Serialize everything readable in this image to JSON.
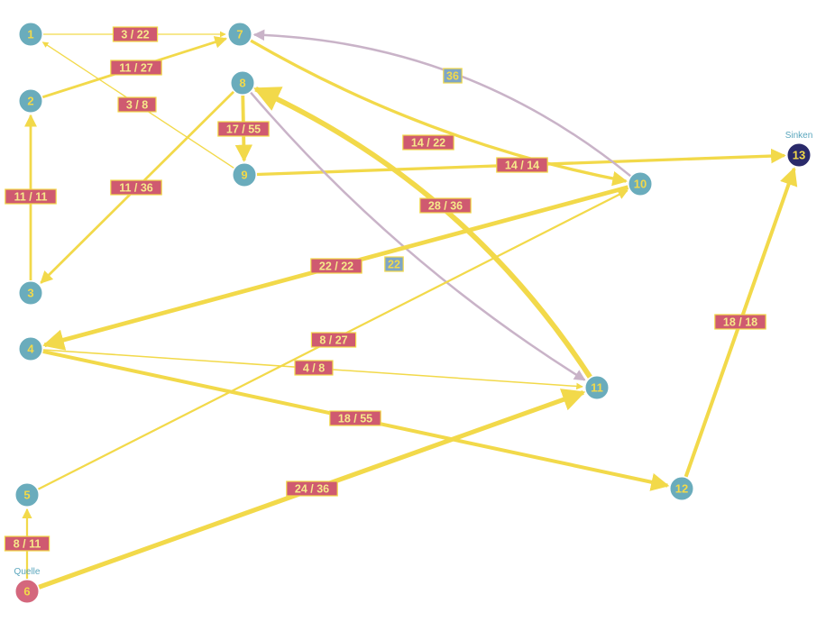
{
  "colors": {
    "node_fill": "#6aacbc",
    "node_text": "#f2d94a",
    "source_fill": "#d4677d",
    "sink_fill": "#2a2a6a",
    "flow_edge": "#f2d94a",
    "residual_edge": "#c9b3c8",
    "flow_label_bg": "#cf5a70",
    "flow_label_text": "#f6e88a",
    "residual_label_bg": "#7ea5c6",
    "residual_label_text": "#f2d94a",
    "label_border": "#f2d94a",
    "role_text": "#5aa6bd"
  },
  "roles": {
    "source": "Quelle",
    "sink": "Sinken"
  },
  "nodes": [
    {
      "id": "1",
      "label": "1"
    },
    {
      "id": "2",
      "label": "2"
    },
    {
      "id": "3",
      "label": "3"
    },
    {
      "id": "4",
      "label": "4"
    },
    {
      "id": "5",
      "label": "5"
    },
    {
      "id": "6",
      "label": "6",
      "role": "source"
    },
    {
      "id": "7",
      "label": "7"
    },
    {
      "id": "8",
      "label": "8"
    },
    {
      "id": "9",
      "label": "9"
    },
    {
      "id": "10",
      "label": "10"
    },
    {
      "id": "11",
      "label": "11"
    },
    {
      "id": "12",
      "label": "12"
    },
    {
      "id": "13",
      "label": "13",
      "role": "sink"
    }
  ],
  "edges": [
    {
      "from": "1",
      "to": "7",
      "label": "3 / 22",
      "kind": "flow",
      "flow": 3
    },
    {
      "from": "2",
      "to": "7",
      "label": "11 / 27",
      "kind": "flow",
      "flow": 11
    },
    {
      "from": "9",
      "to": "1",
      "label": "3 / 8",
      "kind": "flow",
      "flow": 3
    },
    {
      "from": "3",
      "to": "2",
      "label": "11 / 11",
      "kind": "flow",
      "flow": 11
    },
    {
      "from": "8",
      "to": "3",
      "label": "11 / 36",
      "kind": "flow",
      "flow": 11
    },
    {
      "from": "8",
      "to": "9",
      "label": "17 / 55",
      "kind": "flow",
      "flow": 17
    },
    {
      "from": "7",
      "to": "10",
      "label": "14 / 22",
      "kind": "flow",
      "flow": 14
    },
    {
      "from": "9",
      "to": "13",
      "label": "14 / 14",
      "kind": "flow",
      "flow": 14
    },
    {
      "from": "10",
      "to": "7",
      "label": "36",
      "kind": "residual"
    },
    {
      "from": "11",
      "to": "8",
      "label": "28 / 36",
      "kind": "flow",
      "flow": 28
    },
    {
      "from": "8",
      "to": "11",
      "label": "22",
      "kind": "residual"
    },
    {
      "from": "10",
      "to": "4",
      "label": "22 / 22",
      "kind": "flow",
      "flow": 22
    },
    {
      "from": "5",
      "to": "10",
      "label": "8 / 27",
      "kind": "flow",
      "flow": 8
    },
    {
      "from": "4",
      "to": "11",
      "label": "4 / 8",
      "kind": "flow",
      "flow": 4
    },
    {
      "from": "4",
      "to": "12",
      "label": "18 / 55",
      "kind": "flow",
      "flow": 18
    },
    {
      "from": "6",
      "to": "11",
      "label": "24 / 36",
      "kind": "flow",
      "flow": 24
    },
    {
      "from": "6",
      "to": "5",
      "label": "8 / 11",
      "kind": "flow",
      "flow": 8
    },
    {
      "from": "12",
      "to": "13",
      "label": "18 / 18",
      "kind": "flow",
      "flow": 18
    }
  ]
}
